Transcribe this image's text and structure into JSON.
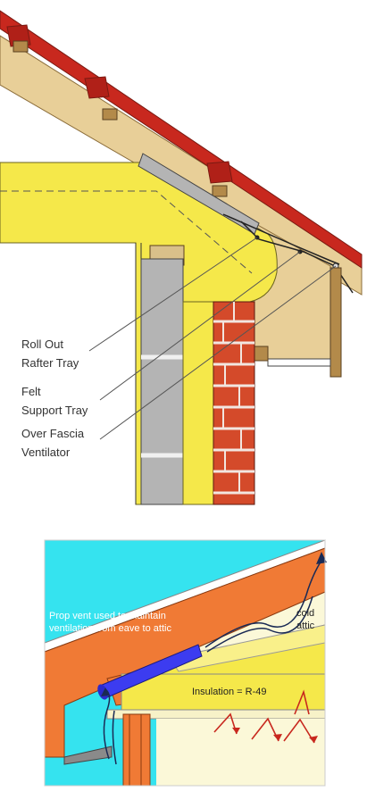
{
  "top_diagram": {
    "labels": [
      {
        "line1": "Roll Out",
        "line2": "Rafter Tray"
      },
      {
        "line1": "Felt",
        "line2": "Support Tray"
      },
      {
        "line1": "Over Fascia",
        "line2": "Ventilator"
      }
    ]
  },
  "bottom_diagram": {
    "vent_label_line1": "Prop vent used to maintain",
    "vent_label_line2": "ventilation from eave to attic",
    "attic_label_line1": "cold",
    "attic_label_line2": "attic",
    "insulation_label": "Insulation = R-49"
  },
  "colors": {
    "tile_red": "#c8281e",
    "timber": "#e8cf98",
    "insulation": "#f5e84a",
    "block_grey": "#b4b4b4",
    "brick": "#d44a2a",
    "sky_cyan": "#35e3ef",
    "rafter_orange": "#f07a35",
    "vent_blue": "#3c3cf0",
    "arrow_red": "#c8281e"
  }
}
